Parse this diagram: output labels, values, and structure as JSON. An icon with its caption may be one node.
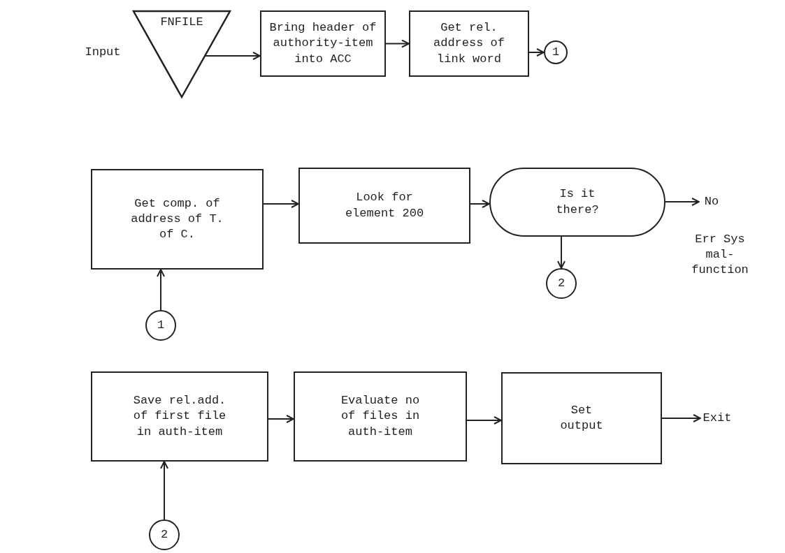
{
  "diagram": {
    "nodes": [
      {
        "text": [
          "FNFILE"
        ],
        "beside": [
          "Input"
        ]
      },
      {
        "text": [
          "Bring header of authority-item into ACC"
        ]
      },
      {
        "text": [
          "Get rel. address of link word"
        ]
      },
      {
        "text": [
          "1"
        ]
      },
      {
        "text": [
          "Get comp. of address of T. of C."
        ]
      },
      {
        "text": [
          "Look for element 200"
        ]
      },
      {
        "text": [
          "Is it there?"
        ]
      },
      {
        "text": [
          "No"
        ],
        "beside": [
          "Err Sys mal- function"
        ]
      },
      {
        "text": [
          "2"
        ]
      },
      {
        "text": [
          "1"
        ]
      },
      {
        "text": [
          "Save rel.add. of first file in auth-item"
        ]
      },
      {
        "text": [
          "Evaluate no of files in auth-item"
        ]
      },
      {
        "text": [
          "Set output"
        ]
      },
      {
        "text": [
          "Exit"
        ]
      },
      {
        "text": [
          "2"
        ]
      }
    ],
    "edges": [
      {
        "from": 0,
        "to": 1,
        "arrow": "to"
      },
      {
        "from": 1,
        "to": 2,
        "arrow": "to"
      },
      {
        "from": 2,
        "to": 3,
        "arrow": "to"
      },
      {
        "from": 9,
        "to": 4,
        "arrow": "to"
      },
      {
        "from": 4,
        "to": 5,
        "arrow": "to"
      },
      {
        "from": 5,
        "to": 6,
        "arrow": "to"
      },
      {
        "from": 6,
        "to": 7,
        "arrow": "to"
      },
      {
        "from": 6,
        "to": 8,
        "arrow": "to"
      },
      {
        "from": 14,
        "to": 10,
        "arrow": "to"
      },
      {
        "from": 10,
        "to": 11,
        "arrow": "to"
      },
      {
        "from": 11,
        "to": 12,
        "arrow": "to"
      },
      {
        "from": 12,
        "to": 13,
        "arrow": "to"
      }
    ]
  }
}
